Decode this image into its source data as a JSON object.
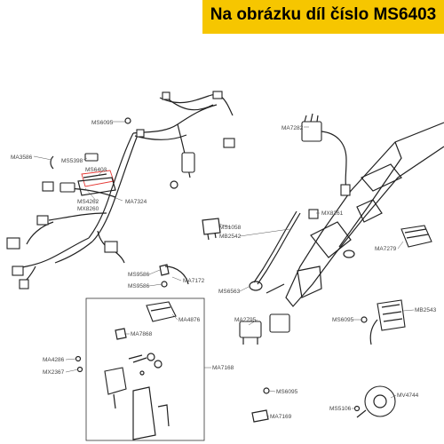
{
  "header": {
    "title": "Na obrázku díl číslo MS6403"
  },
  "colors": {
    "banner": "#f6c600",
    "highlight": "#e53935",
    "line": "#222222"
  },
  "callouts": [
    {
      "id": "ms6095-top",
      "label": "MS6095"
    },
    {
      "id": "ma7282",
      "label": "MA7282"
    },
    {
      "id": "ma3586",
      "label": "MA3586"
    },
    {
      "id": "ms5398",
      "label": "MS5398"
    },
    {
      "id": "ms6403",
      "label": "MS6403"
    },
    {
      "id": "ms4262",
      "label": "MS4262"
    },
    {
      "id": "mx8260",
      "label": "MX8260"
    },
    {
      "id": "ma7324",
      "label": "MA7324"
    },
    {
      "id": "ms1058",
      "label": "MS1058"
    },
    {
      "id": "mx8261",
      "label": "MX8261"
    },
    {
      "id": "mb2542",
      "label": "MB2542"
    },
    {
      "id": "ma7279",
      "label": "MA7279"
    },
    {
      "id": "ms9586a",
      "label": "MS9586"
    },
    {
      "id": "ma7172",
      "label": "MA7172"
    },
    {
      "id": "ms9586b",
      "label": "MS9586"
    },
    {
      "id": "ms6563",
      "label": "MS6563"
    },
    {
      "id": "ma4876",
      "label": "MA4876"
    },
    {
      "id": "mb2543",
      "label": "MB2543"
    },
    {
      "id": "ma2795",
      "label": "MA2795"
    },
    {
      "id": "ms6095-right",
      "label": "MS6095"
    },
    {
      "id": "ma7868",
      "label": "MA7868"
    },
    {
      "id": "ma4286",
      "label": "MA4286"
    },
    {
      "id": "mx2367",
      "label": "MX2367"
    },
    {
      "id": "ma7168",
      "label": "MA7168"
    },
    {
      "id": "ms6095-bottom",
      "label": "MS6095"
    },
    {
      "id": "mv4744",
      "label": "MV4744"
    },
    {
      "id": "ma7169",
      "label": "MA7169"
    },
    {
      "id": "ms5106",
      "label": "MS5106"
    }
  ]
}
